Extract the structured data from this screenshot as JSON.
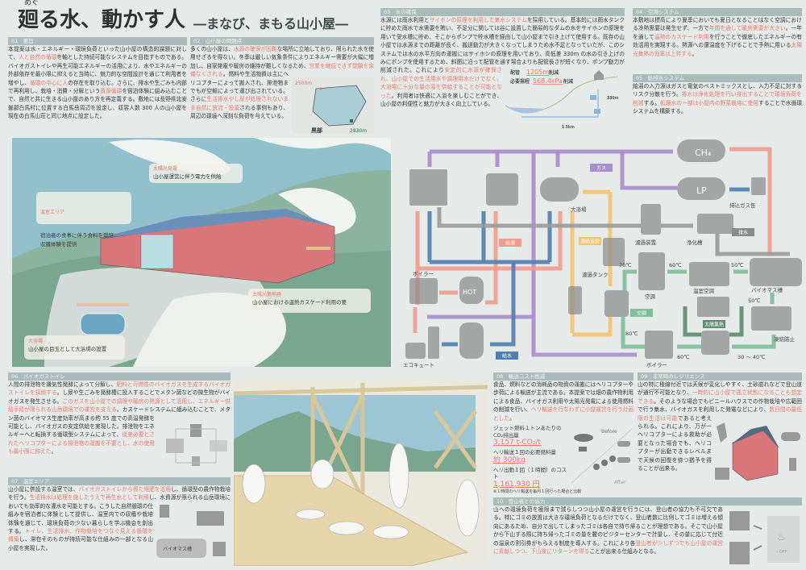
{
  "title": {
    "ruby": "めぐ",
    "main": "廻る水、動かす人",
    "subtitle": "―まなび、まもる山小屋―"
  },
  "sections": {
    "s01": {
      "header": "01　要旨",
      "paragraph": [
        {
          "t": "本提案は水・エネルギー・環境負荷といった山小屋の構造的課題に対して、"
        },
        {
          "t": "人と自然の循環",
          "h": true
        },
        {
          "t": "を軸とした持続可能なシステムを目指すものである。バイオガストイレや再生可能エネルギーの活用により、水やエネルギーの外部依存を最小限に抑えると当時に、魅力的な空間設計を通じて利用者を増やし、"
        },
        {
          "t": "循環の中心に人",
          "h": true
        },
        {
          "t": "の存在を取り込む。さらに、排水や生ごみも内部で再利用し、栽培・消費・分解という"
        },
        {
          "t": "資源循環",
          "h": true
        },
        {
          "t": "を宿泊体験に組み込むことで、自然と共に生きる山小屋のあり方を再定義する。敷地には長野県北安曇郡白馬村に位置する白馬岳周辺を設定し、収容人数 300 人の山小屋を現在の白馬山荘と同じ地点に設定した。"
        }
      ]
    },
    "s02": {
      "header": "02　山小屋の問題点",
      "paragraph": [
        {
          "t": "多くの山小屋は、"
        },
        {
          "t": "水源の確保が困難",
          "h": true
        },
        {
          "t": "な場所に立地しており、限られた水を使用せざるを得ない。冬季は厳しい気象条件によりエネルギー需要が大幅に増加し、自家発電や暖房の維持が難しくなるため、"
        },
        {
          "t": "営業を継続できず閉鎖を余儀なくされる",
          "h": true
        },
        {
          "t": "。燃料や生活物資は主にヘリコプターによって搬入され、排泄物までもが空輸によって運び出されている。さらに"
        },
        {
          "t": "生活排水やし尿が処理されないまま自然に放流・投棄",
          "h": true
        },
        {
          "t": "される事例もあり、周辺の環境へ深刻な負荷を与えている。"
        }
      ],
      "map": {
        "elev_high": "2500m",
        "elev_low": "2830m",
        "place": "黒部"
      }
    },
    "s03": {
      "header": "03　水の確保",
      "paragraph": [
        {
          "t": "水源には雨水利用と"
        },
        {
          "t": "サイホンの原理を利用した集水システム",
          "h": true
        },
        {
          "t": "を採用している。基本的には雨水タンクに貯めた雨水で水需要を賄い、不足分に関しては谷に設置した簡易的なダムの水をサイホンの原理を用いて受水槽に貯め、そこからポンプで貯水槽を経由して山小屋まで引き上げて使用する。既存の山小屋では水源までの距離が長く、搬送動力が大きくなってしまうため水不足となっていたが、このシステムでは水の水平方向の運搬にはサイホンの原理を用いており、高低差 330m の水の引き上げのみにポンプを使用するため、斜面に沿って配管を通す場合よりも配管長さが短くなり、ポンプ動力が削減された。これにより"
        },
        {
          "t": "安定的に水源が確保され、山小屋での生活用水や調理用水だけでなく、大浴場に十分な量の湯を供給することが可能となった",
          "h": true
        },
        {
          "t": "。利用者は快適に入浴を楽しむことができ、山小屋の利便性と魅力が大きく向上している。"
        }
      ],
      "diagram": {
        "pipe_label": "配管",
        "pipe_value": "1205m",
        "pipe_suffix": "削減",
        "head_label": "必要揚程",
        "head_value": "568.4kPa",
        "head_suffix": "削減",
        "height": "330m",
        "distance": "1.5km"
      }
    },
    "s04": {
      "header": "04　空調システム",
      "paragraph": [
        {
          "t": "本敷地は標高により夏季においても夏日となることはなく空調における冷熱需要は発生せず、一方で"
        },
        {
          "t": "年間を通して暖房需要が大きい",
          "h": true
        },
        {
          "t": "。一年を通して"
        },
        {
          "t": "温熱のカスケード利用",
          "h": true
        },
        {
          "t": "を行うことで徹底したエネルギーの有効活用を実現する。熱源への還温度を下げることで予熱に用いる"
        },
        {
          "t": "太陽光集熱の効率は上昇する",
          "h": true
        },
        {
          "t": "。"
        }
      ]
    },
    "s05": {
      "header": "05　給排水システム",
      "paragraph": [
        {
          "t": "給湯の入力源はガスと電気のベストミックスとし、入力不足に対するリスク分散を行う。"
        },
        {
          "t": "排水は浄化処理を行い排出することで環境負荷を削減",
          "h": true
        },
        {
          "t": "する。"
        },
        {
          "t": "処理水の一部は小屋内の野菜栽培に使用",
          "h": true
        },
        {
          "t": "することで水循環システムを構築する。"
        }
      ]
    },
    "s06": {
      "header": "06　バイオガストイレ",
      "paragraph": [
        {
          "t": "人間の排泄物を嫌気性発酵によって分解し、"
        },
        {
          "t": "肥料と可燃性のバイオガスを生成するバイオガストイレを採用する",
          "h": true
        },
        {
          "t": "。し尿や生ごみを発酵槽に投入することでメタン菌などの微生物がバイオガスを発生させる。"
        },
        {
          "t": "このガスを山小屋での調理や暖房の熱源として活用し、エネルギー供給手段が限られる山岳環境での運営を支える",
          "h": true
        },
        {
          "t": "。カスケードシステムに組み込むことで、メタン菌のバイオマス生産効率が高まる約 55 度での高温発酵を可能とし、バイオガスの安定供給を実現した。排泄物をエネルギーへと転換する循環型システムによって、"
        },
        {
          "t": "従来必要とされたヘリコプターによる排泄物の運搬を不要とし、水の使用も最小限に抑えた",
          "h": true
        },
        {
          "t": "。"
        }
      ]
    },
    "s07": {
      "header": "07　温室エリア",
      "paragraph": [
        {
          "t": "山小屋に併設する温室では、"
        },
        {
          "t": "バイオガストイレから得た堆肥を活用",
          "h": true
        },
        {
          "t": "し、循環型の農作物栽培を行う。"
        },
        {
          "t": "生活排水は処理を施したうえで再生水として利用",
          "h": true
        },
        {
          "t": "し、水資源が限られる山岳環境においても効率的な灌水を可能とする。こうした自然循環の仕組みを宿泊者に体験として提供し、温室内での収穫や栽培体験を通じて、環境負荷の少ない暮らしを学ぶ機会を創出する。"
        },
        {
          "t": "トイレ、生活排水、作物栽培をつなぐ見える循環を構築",
          "h": true
        },
        {
          "t": "し、滞在そのものが持続可能な仕組みの一部となる山小屋を実現した。"
        }
      ],
      "tank_label": "バイオマス槽"
    },
    "s08": {
      "header": "08　輸送コスト削減",
      "paragraph": [
        {
          "t": "食品、燃料などの消耗品の物資の運搬にはヘリコプターや歩荷による輸送が主流である。本提案では畑の農作物利用による食品、バイオガス利用や太陽光発電による使用燃料の削減を行い、"
        },
        {
          "t": "ヘリ輸送を行なわずに小屋運営を行う計画とした",
          "h": true
        },
        {
          "t": "。"
        }
      ],
      "stats": [
        {
          "label": "ジェット燃料１トンあたりの CO₂排出量",
          "value": "3,157 t-CO₂/t"
        },
        {
          "label": "ヘリ輸送１回の必要燃料量",
          "value": "約 300kg"
        },
        {
          "label": "ヘリ出動１回（１時間）のコスト",
          "value": "1,161,930 円"
        }
      ],
      "footnote": "※１時間のヘリ輸送を毎月１回行った場合と比較",
      "before": "Before",
      "after": "After"
    },
    "s09": {
      "header": "09　非常時のレジリエンス",
      "paragraph": [
        {
          "t": "山の特に稜線付近では天候が変化しやすく、土砂崩れなどで登山道が通行不可能となり、"
        },
        {
          "t": "一時的に山小屋で孤立状態になることも想定できる",
          "h": true
        },
        {
          "t": "。そのような場合でもビニールハウスでの作物栽培や広範囲で行う集水、バイオガスを利用した発電などにより、"
        },
        {
          "t": "数日間の最低限の生活は可能",
          "h": true
        },
        {
          "t": "であると考えられる。これにより、万が一ヘリコプターによる救助が必要となった場合でも、ヘリコプターが出動できるレベルまで天候の回復を待つ猶予を得ることが出来る。"
        }
      ]
    },
    "s10": {
      "header": "10　登山者との協力",
      "paragraph": [
        {
          "t": "山への環境負荷を極限まで減らしつつ山小屋の運営を行うには、登山者の協力も不可欠である。特にゴミの放置は大きな環境負荷となるだけでなく、登山者数に比例してゴミは増える傾向にあるため、自分で出してしまったゴミは各自で持ち帰ることが理想である。そこで山小屋から下山する際に持ち帰ったゴミの量を麓のビジターセンターで計量し、その量に応じて付近の温泉の割引券がもらえる制度を導入する。これにより各"
        },
        {
          "t": "登山者が少しずつでも山小屋の運営に貢献しつつ、下山後にリターンを得る",
          "h": true
        },
        {
          "t": "ことが出来る仕組みとなる。"
        }
      ],
      "ticket": "－OFF"
    }
  },
  "illustration": {
    "callouts": [
      {
        "title": "太陽光発電",
        "text": "山小屋運営に伴う電力を供給"
      },
      {
        "title": "温室エリア",
        "text": "宿泊者の食事に伴う食料を栽培\n収穫体験を提供"
      },
      {
        "title": "太陽光集熱器",
        "text": "山小屋における温熱カスケード利用の要"
      },
      {
        "title": "大浴場",
        "text": "山小屋の目玉として大浴場の設置"
      }
    ]
  },
  "system": {
    "labels": {
      "ch4": "CH₄",
      "lp": "LP",
      "gas_can": "持込ガス缶",
      "gas": "ガス",
      "bath": "大浴場",
      "hot_supply": "給湯",
      "reheat": "湯船追焚",
      "filter_device": "濾過装置",
      "septic": "浄化槽",
      "drain": "排水",
      "filter_tank": "濾過タンク",
      "t70": "70℃",
      "t60a": "60℃",
      "t50a": "50℃",
      "t50b": "50℃",
      "t80": "80℃",
      "t60b": "60℃",
      "t3040": "30 ～ 40℃",
      "aircon": "空調",
      "greenhouse_ac": "温室空調",
      "biomass": "バイオマス槽",
      "boiler_left": "ボイラー",
      "boiler_right": "ボイラー",
      "hot": "HOT",
      "aircon_tag": "空調",
      "solar_heat": "太陽集熱",
      "antifreeze": "凍結防止",
      "water_supply": "給水",
      "ecocute": "エコキュート"
    },
    "colors": {
      "gas": "#a98ccb",
      "hot": "#ef9c8f",
      "cold": "#4f7fae",
      "reheat": "#f2c46f",
      "heat": "#7dbf97",
      "drain": "#9a9a9a",
      "solar": "#5d8c6e"
    }
  },
  "colors": {
    "accent": "#e8776b",
    "header": "#a9bcbc",
    "background": "#e6ebe9"
  }
}
